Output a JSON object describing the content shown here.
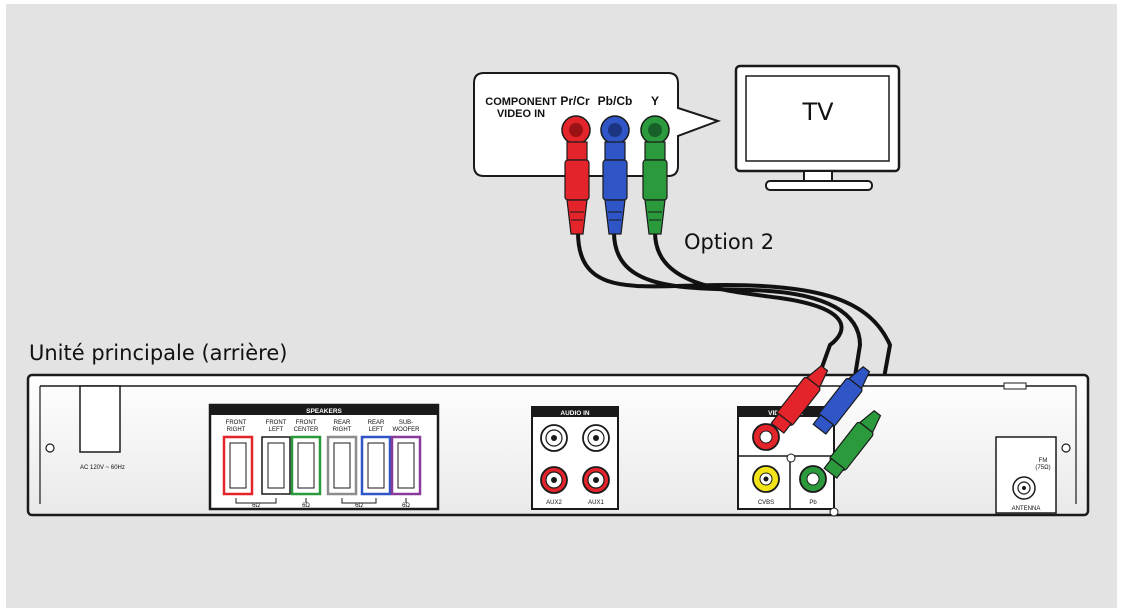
{
  "labels": {
    "tv": "TV",
    "option": "Option 2",
    "main_unit": "Unité principale (arrière)",
    "component_title_1": "COMPONENT",
    "component_title_2": "VIDEO IN",
    "jack_pr": "Pr/Cr",
    "jack_pb": "Pb/Cb",
    "jack_y": "Y"
  },
  "rear_panel": {
    "ac_label": "AC 120V ~ 60Hz",
    "speakers_title": "SPEAKERS",
    "speakers": [
      {
        "label_1": "FRONT",
        "label_2": "RIGHT"
      },
      {
        "label_1": "FRONT",
        "label_2": "LEFT"
      },
      {
        "label_1": "FRONT",
        "label_2": "CENTER"
      },
      {
        "label_1": "REAR",
        "label_2": "RIGHT"
      },
      {
        "label_1": "REAR",
        "label_2": "LEFT"
      },
      {
        "label_1": "SUB-",
        "label_2": "WOOFER"
      }
    ],
    "speaker_ohms": [
      "6Ω",
      "6Ω",
      "6Ω",
      "6Ω"
    ],
    "audio_in_title": "AUDIO IN",
    "aux2": "AUX2",
    "aux1": "AUX1",
    "video_out_title": "VIDEO OUT",
    "cvbs": "CVBS",
    "pb": "Pb",
    "fm": "FM",
    "fm_ohm": "(75Ω)",
    "antenna": "ANTENNA"
  },
  "colors": {
    "background": "#e3e3e3",
    "red": "#e3242b",
    "blue": "#2f55c6",
    "green": "#2a9a3c",
    "yellow": "#f2e419",
    "panel_green": "#2a9a3c",
    "panel_purple": "#8a3a98"
  }
}
